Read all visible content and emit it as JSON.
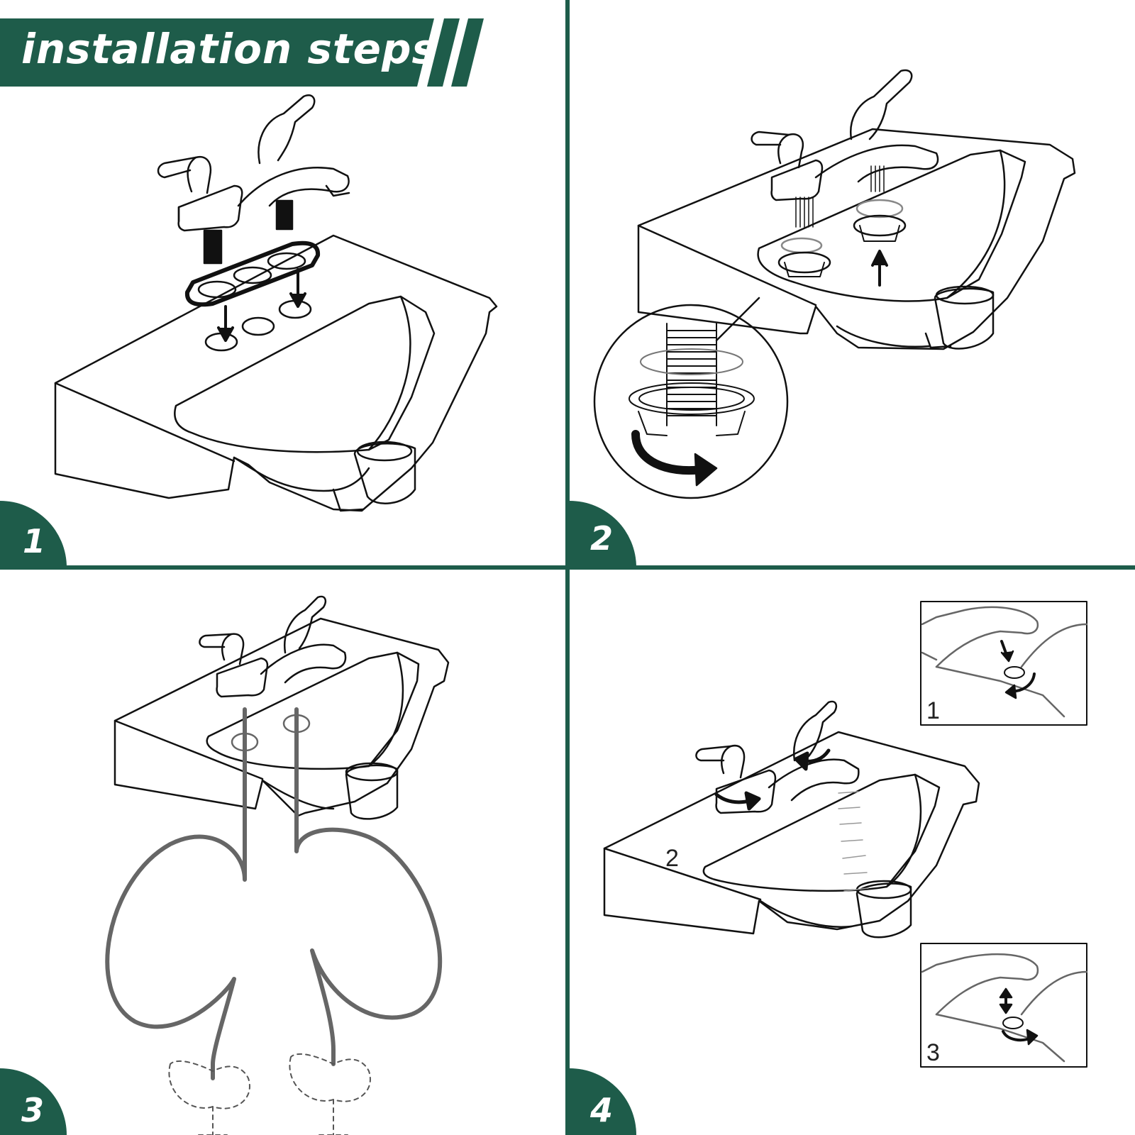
{
  "header": {
    "title": "installation steps"
  },
  "colors": {
    "brand_green": "#1e5c4a",
    "line": "#111111",
    "background": "#ffffff"
  },
  "steps": [
    {
      "number": "1"
    },
    {
      "number": "2"
    },
    {
      "number": "3"
    },
    {
      "number": "4"
    }
  ],
  "step4_callouts": [
    {
      "label": "1"
    },
    {
      "label": "2"
    },
    {
      "label": "3"
    }
  ]
}
